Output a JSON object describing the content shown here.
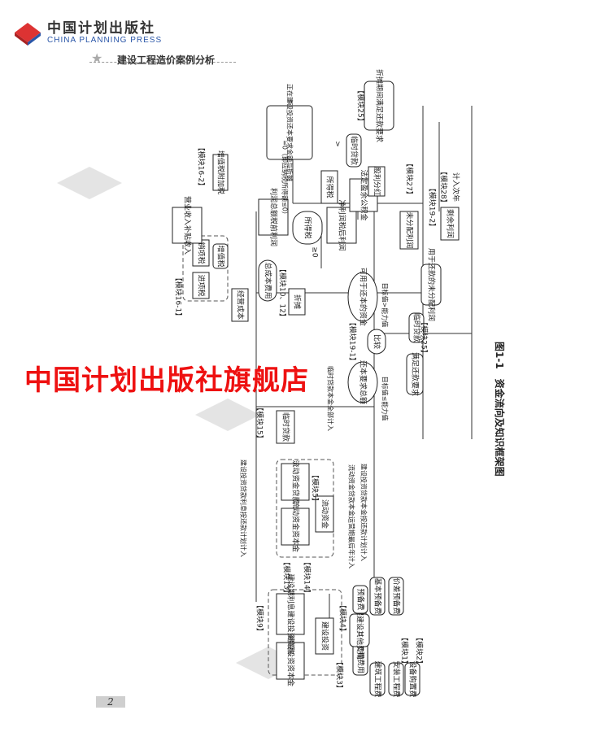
{
  "header": {
    "publisher_cn": "中国计划出版社",
    "publisher_en": "CHINA PLANNING PRESS",
    "book_title": "建设工程造价案例分析"
  },
  "watermark": "中国计划出版社旗舰店",
  "page_number": "2",
  "figure_caption": "图1-1　资金流向及知识框架图",
  "nodes": {
    "construction_investment": "建设投资",
    "capital_fund": "建设投资资本金",
    "loan": "建设期利息建设投资贷款",
    "eng_cost": "工程费用",
    "build_eng": "建筑工程费",
    "install_eng": "安装工程费",
    "equip_cost": "设备购置费",
    "other_cost": "工程建设其他费用",
    "contingency": "预备费",
    "basic_contingency": "基本预备费",
    "price_contingency": "价差预备费",
    "working_capital": "流动资金",
    "wc_capital": "流动资金资本金",
    "wc_loan": "流动资金贷款",
    "repay_required": "还本要求总额",
    "available_repay": "可用于还本的资金",
    "compare": "比较",
    "temp_loan": "临时贷款",
    "temp_loan2": "临时贷款",
    "temp_loan3": "临时贷款",
    "temp_loan4": "临时贷款",
    "meet_repay": "满足还款要求",
    "meet_repay2": "折摊期间满足还款要求",
    "operating_cost": "经营成本",
    "total_cost": "总成本费用",
    "depreciation": "折摊",
    "input_vat": "进项税",
    "output_vat": "销项税",
    "vat": "增值税",
    "vat_surcharge": "增值税附加税",
    "revenue": "营业收入补贴收入",
    "profit": "利润总额税前利润",
    "income_tax_check": "所得税",
    "income_tax": "所得税",
    "net_profit": "净利润税后利润",
    "reserve": "法定盈余公积金",
    "dividend": "股利分红",
    "undistributed": "未分配利润",
    "for_repay": "用于还款的未分配利润",
    "surplus": "剩余利润",
    "next_year": "计入次年",
    "profit_check": "正在建设投资还本要求金额与折摊",
    "ge_0": "≥0",
    "le_0": "=0（即应纳税所得额≤0）",
    "gt": ">",
    "le": "≤"
  },
  "modules": {
    "m1": "【模块1】",
    "m2": "【模块2】",
    "m3": "【模块3】",
    "m4": "【模块4】",
    "m5": "【模块5】",
    "m9": "【模块9】",
    "m10": "【模块10、12】",
    "m13": "【模块13】",
    "m14": "【模块14】",
    "m15": "【模块15】",
    "m16_1": "【模块16-1】",
    "m16_2": "【模块16-2】",
    "m19_1": "【模块19-1】",
    "m19_2": "【模块19-2】",
    "m25": "【模块25】",
    "m25b": "【模块25】",
    "m27": "【模块27】",
    "m28": "【模块28】"
  },
  "notes": {
    "repay_interest_plan": "建设投资贷款利息按还款计划计入",
    "repay_principal_plan": "建设投资贷款本金按还款计划计入",
    "wc_note": "流动资金贷款本金运营期最后年计入",
    "temp_loan_note": "临时贷款本金全部计入",
    "target_le": "目标值≤能力值",
    "target_gt": "目标值>能力值"
  }
}
